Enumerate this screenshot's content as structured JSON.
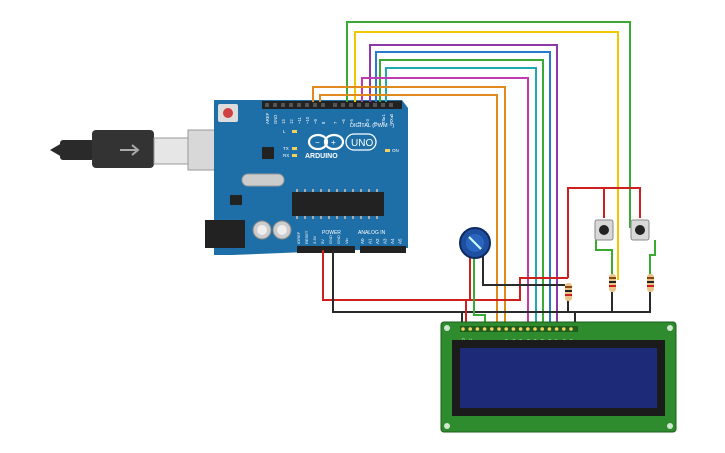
{
  "board": {
    "brand": "ARDUINO",
    "model": "UNO",
    "digital_label": "DIGITAL (PWM ~)",
    "power_label": "POWER",
    "analog_label": "ANALOG IN",
    "on_label": "ON",
    "l_label": "L",
    "tx_label": "TX",
    "rx_label": "RX",
    "digital_pins": [
      "AREF",
      "GND",
      "13",
      "12",
      "~11",
      "~10",
      "~9",
      "8",
      "7",
      "~6",
      "~5",
      "4",
      "~3",
      "2",
      "TX▸1",
      "RX◂0"
    ],
    "power_pins": [
      "IOREF",
      "RESET",
      "3.3V",
      "5V",
      "GND",
      "GND",
      "Vin"
    ],
    "analog_pins": [
      "A0",
      "A1",
      "A2",
      "A3",
      "A4",
      "A5"
    ]
  },
  "lcd": {
    "pin_labels": [
      "GND",
      "VCC",
      "V0",
      "RS",
      "RW",
      "E",
      "DB0",
      "DB1",
      "DB2",
      "DB3",
      "DB4",
      "DB5",
      "DB6",
      "DB7",
      "LED",
      "LED"
    ]
  },
  "colors": {
    "board": "#1e6fa8",
    "lcd_pcb": "#2e8b2e",
    "lcd_screen": "#1c2a78",
    "wire_red": "#d01f1f",
    "wire_black": "#2a2a2a",
    "wire_green": "#3aaa35",
    "wire_yellow": "#f0c800",
    "wire_orange": "#e08a1e",
    "wire_purple": "#8b3aa8",
    "wire_blue": "#2a7ad0",
    "wire_teal": "#1faab0",
    "wire_magenta": "#c03ab0",
    "wire_brown": "#b07030"
  }
}
